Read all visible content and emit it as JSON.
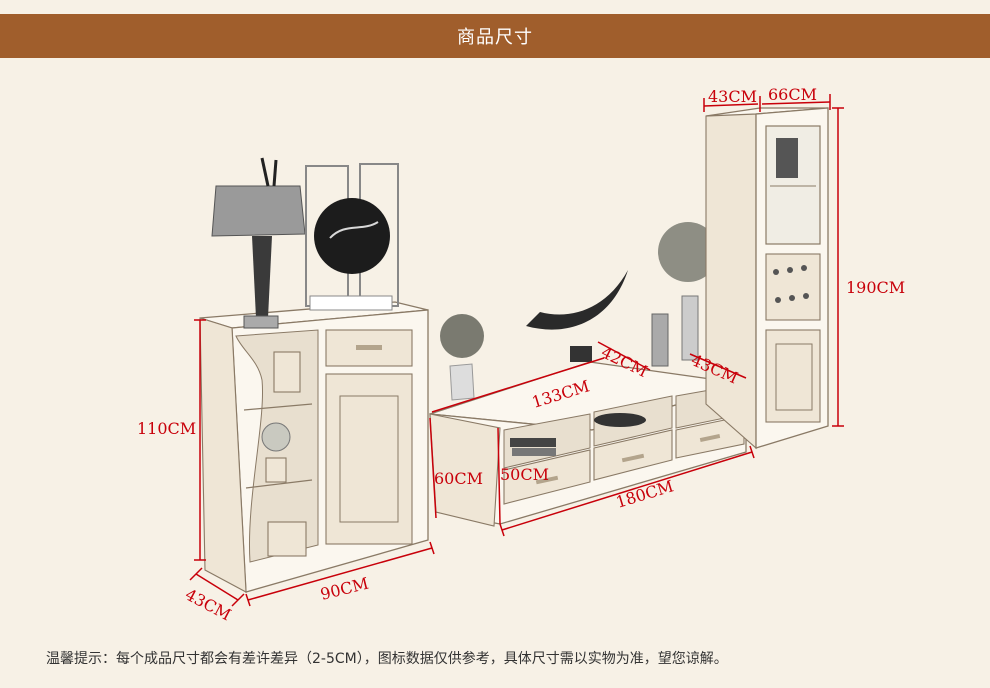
{
  "header": {
    "title": "商品尺寸"
  },
  "dimensions": {
    "left_height": "110CM",
    "left_depth": "43CM",
    "left_width": "90CM",
    "tv_height": "60CM",
    "tv_drawer_height": "50CM",
    "tv_top_width": "133CM",
    "tv_top_depth": "42CM",
    "tv_right_depth": "43CM",
    "tv_bottom_width": "180CM",
    "right_top_depth": "43CM",
    "right_top_width": "66CM",
    "right_height": "190CM"
  },
  "footer": {
    "note": "温馨提示：每个成品尺寸都会有差许差异（2-5CM），图标数据仅供参考，具体尺寸需以实物为准，望您谅解。"
  }
}
